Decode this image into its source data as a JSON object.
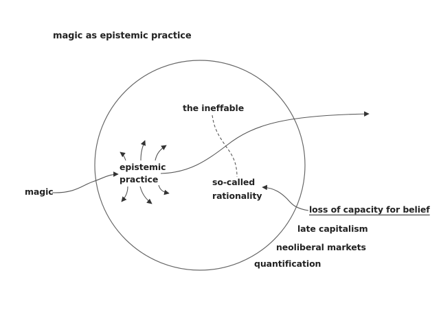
{
  "diagram": {
    "title": "magic as epistemic practice",
    "labels": {
      "magic": "magic",
      "epistemic_practice_line1": "epistemic",
      "epistemic_practice_line2": "practice",
      "the_ineffable": "the ineffable",
      "so_called_line1": "so-called",
      "so_called_line2": "rationality",
      "loss_of_capacity": "loss of capacity for belief",
      "late_capitalism": "late capitalism",
      "neoliberal_markets": "neoliberal markets",
      "quantification": "quantification"
    },
    "colors": {
      "text": "#222222",
      "stroke": "#555555",
      "background": "#ffffff"
    }
  }
}
